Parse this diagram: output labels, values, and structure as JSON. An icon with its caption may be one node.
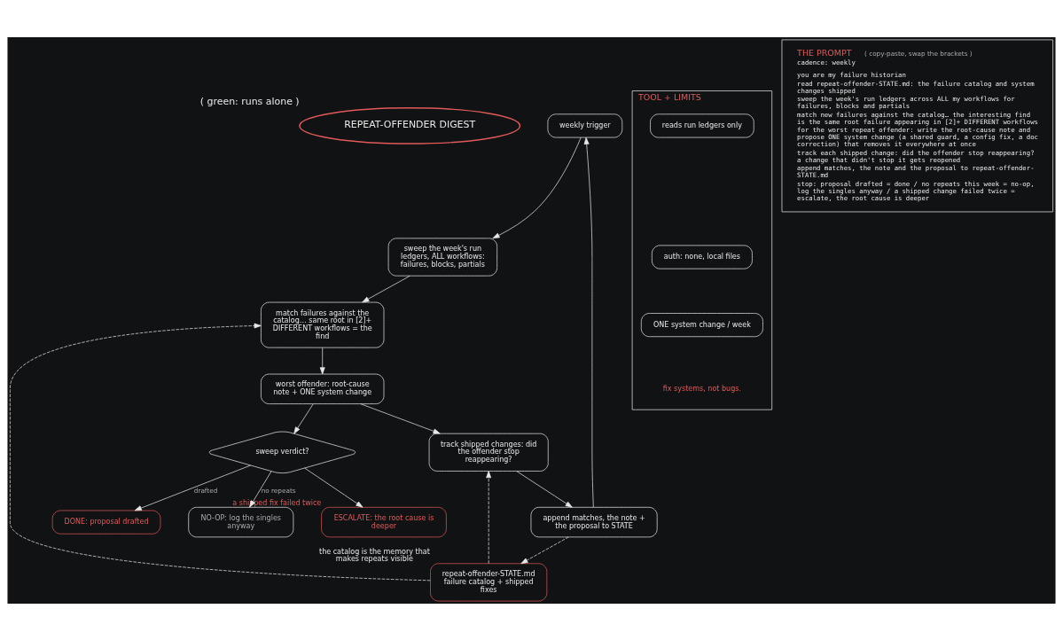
{
  "diagram": {
    "nodes": [
      {
        "text": [
          "REPEAT-OFFENDER DIGEST"
        ],
        "beside": [
          "( green: runs alone )"
        ]
      },
      {
        "text": [
          "weekly trigger"
        ]
      },
      {
        "text": [
          "sweep the week's run ledgers, ALL workflows: failures, blocks, partials"
        ]
      },
      {
        "text": [
          "match failures against the catalog… same root in [2]+ DIFFERENT workflows = the find"
        ]
      },
      {
        "text": [
          "worst offender: root-cause note + ONE system change"
        ]
      },
      {
        "text": [
          "sweep verdict?"
        ]
      },
      {
        "text": [
          "ESCALATE: the root cause is deeper"
        ],
        "beside": [
          "a shipped fix failed twice"
        ]
      },
      {
        "text": [
          "DONE: proposal drafted"
        ]
      },
      {
        "text": [
          "NO-OP: log the singles anyway"
        ]
      },
      {
        "text": [
          "track shipped changes: did the offender stop reappearing?"
        ]
      },
      {
        "text": [
          "append matches, the note + the proposal to STATE"
        ]
      },
      {
        "text": [
          "repeat-offender-STATE.md failure catalog + shipped fixes"
        ],
        "beside": [
          "the catalog is the memory that makes repeats visible"
        ]
      },
      {
        "text": [
          "TOOL + LIMITS",
          "fix systems, not bugs."
        ]
      },
      {
        "text": [
          "reads run ledgers only"
        ],
        "in": 12
      },
      {
        "text": [
          "auth: none, local files"
        ],
        "in": 12
      },
      {
        "text": [
          "ONE system change / week"
        ],
        "in": 12
      },
      {
        "text": [
          "THE PROMPT",
          "( copy-paste, swap the brackets )",
          "cadence: weekly",
          "you are my failure historian",
          "read repeat-offender-STATE.md: the failure catalog and system changes shipped",
          "sweep the week's run ledgers across ALL my workflows for failures, blocks and partials",
          "match new failures against the catalog… the interesting find is the same root failure appearing in [2]+ DIFFERENT workflows",
          "for the worst repeat offender: write the root-cause note and propose ONE system change (a shared guard, a config fix, a doc correction) that removes it everywhere at once",
          "track each shipped change: did the offender stop reappearing? a change that didn't stop it gets reopened",
          "append matches, the note and the proposal to repeat-offender-STATE.md",
          "stop: proposal drafted = done / no repeats this week = no-op, log the singles anyway / a shipped change failed twice = escalate, the root cause is deeper"
        ]
      }
    ],
    "edges": [
      {
        "from": 10,
        "to": 1,
        "arrow": "to"
      },
      {
        "from": 1,
        "to": 2,
        "arrow": "to"
      },
      {
        "from": 2,
        "to": 3,
        "arrow": "to"
      },
      {
        "from": 3,
        "to": 4,
        "arrow": "to"
      },
      {
        "from": 4,
        "to": 9,
        "arrow": "to"
      },
      {
        "from": 9,
        "to": 10,
        "arrow": "to"
      },
      {
        "from": 10,
        "to": 11,
        "arrow": "to",
        "style": "dashed"
      },
      {
        "from": 11,
        "to": 9,
        "arrow": "to",
        "style": "dashed"
      },
      {
        "from": 11,
        "to": 3,
        "arrow": "to",
        "style": "dashed"
      },
      {
        "from": 4,
        "to": 5,
        "arrow": "to"
      },
      {
        "from": 5,
        "to": 6,
        "arrow": "to"
      },
      {
        "from": 5,
        "to": 7,
        "arrow": "to",
        "label": "drafted"
      },
      {
        "from": 5,
        "to": 8,
        "arrow": "to",
        "label": "no repeats"
      }
    ]
  }
}
